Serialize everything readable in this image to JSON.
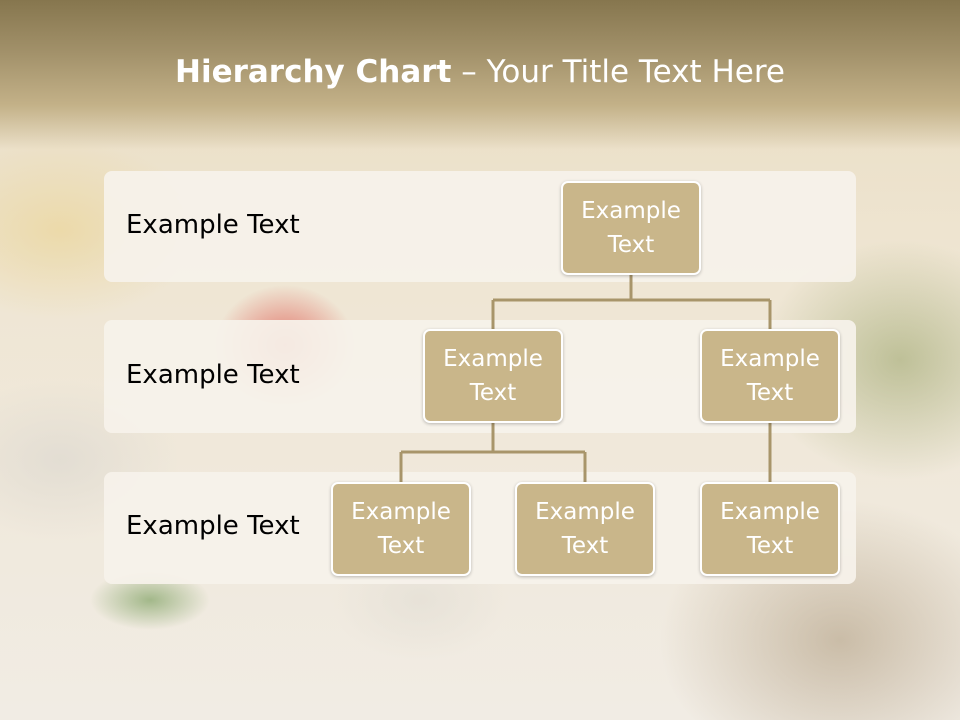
{
  "title": {
    "bold": "Hierarchy Chart",
    "rest": " – Your Title Text Here"
  },
  "levels": [
    {
      "label": "Example Text"
    },
    {
      "label": "Example Text"
    },
    {
      "label": "Example Text"
    }
  ],
  "nodes": {
    "root": "Example Text",
    "level2_left": "Example Text",
    "level2_right": "Example Text",
    "level3_a": "Example Text",
    "level3_b": "Example Text",
    "level3_c": "Example Text"
  },
  "colors": {
    "node_fill": "#c9b68a",
    "connector": "#a8956a",
    "header": "#86764e"
  }
}
